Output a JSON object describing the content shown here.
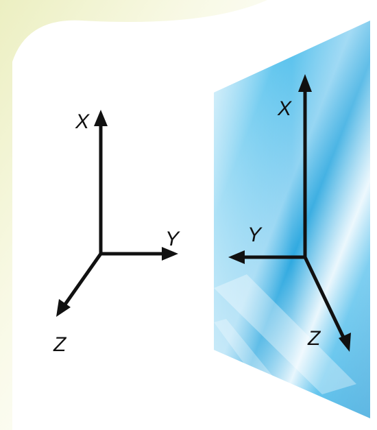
{
  "colors": {
    "background": "#ffffff",
    "backdrop_tint": "#eef0c4",
    "mirror_blue": "#2fb0e6",
    "mirror_light": "#e8f6fd",
    "axis_color": "#111111"
  },
  "left_frame": {
    "x_label": "X",
    "y_label": "Y",
    "z_label": "Z"
  },
  "mirror_frame": {
    "x_label": "X",
    "y_label": "Y",
    "z_label": "Z"
  }
}
